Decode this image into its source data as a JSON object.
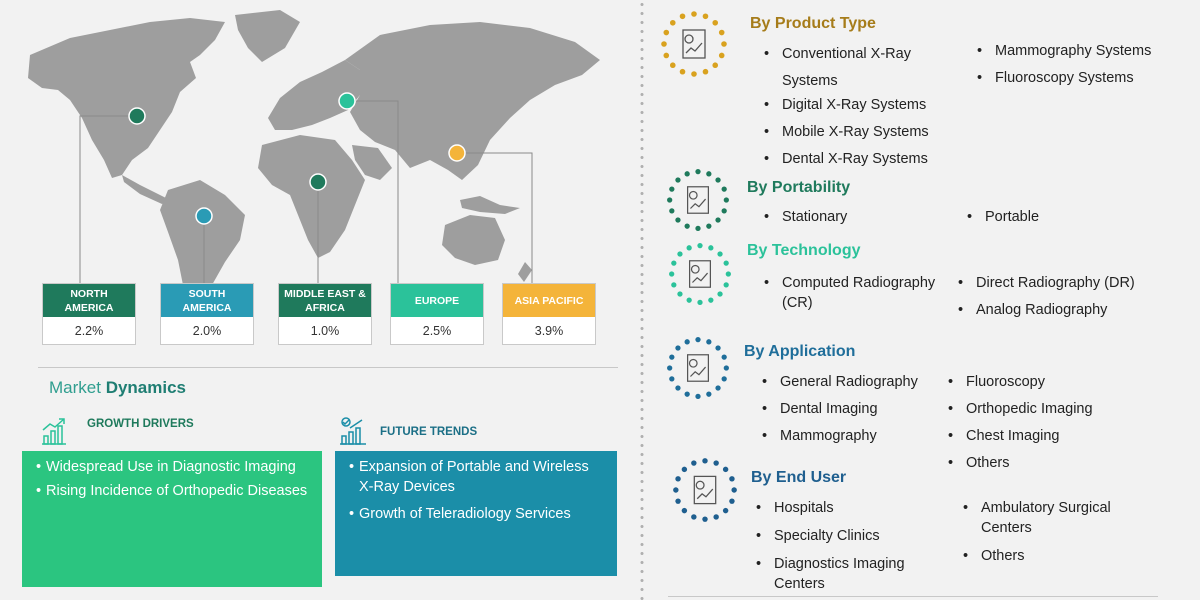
{
  "regions": [
    {
      "name": "NORTH AMERICA",
      "value": "2.2%",
      "color": "#1f7a5c"
    },
    {
      "name": "SOUTH AMERICA",
      "value": "2.0%",
      "color": "#2a9bb5"
    },
    {
      "name": "MIDDLE EAST & AFRICA",
      "value": "1.0%",
      "color": "#1f7a5c"
    },
    {
      "name": "EUROPE",
      "value": "2.5%",
      "color": "#2bc29a"
    },
    {
      "name": "ASIA PACIFIC",
      "value": "3.9%",
      "color": "#f4b43a"
    }
  ],
  "market_dynamics": {
    "title_light": "Market ",
    "title_bold": "Dynamics",
    "growth_drivers": {
      "title": "GROWTH DRIVERS",
      "items": [
        "Widespread Use in Diagnostic Imaging",
        "Rising Incidence of Orthopedic Diseases"
      ]
    },
    "future_trends": {
      "title": "FUTURE TRENDS",
      "items": [
        "Expansion of Portable and Wireless X-Ray Devices",
        "Growth of Teleradiology Services"
      ]
    }
  },
  "segments": {
    "product_type": {
      "title": "By Product Type",
      "items": [
        "Conventional X-Ray Systems",
        "Digital X-Ray Systems",
        "Mobile X-Ray Systems",
        "Dental X-Ray Systems",
        "Mammography Systems",
        "Fluoroscopy Systems"
      ]
    },
    "portability": {
      "title": "By Portability",
      "items": [
        "Stationary",
        "Portable"
      ]
    },
    "technology": {
      "title": "By Technology",
      "items": [
        "Computed Radiography (CR)",
        "Direct Radiography (DR)",
        "Analog Radiography"
      ]
    },
    "application": {
      "title": "By Application",
      "items": [
        "General Radiography",
        "Dental Imaging",
        "Mammography",
        "Fluoroscopy",
        "Orthopedic Imaging",
        "Chest Imaging",
        "Others"
      ]
    },
    "end_user": {
      "title": "By End User",
      "items": [
        "Hospitals",
        "Specialty Clinics",
        "Diagnostics Imaging Centers",
        "Ambulatory Surgical Centers",
        "Others"
      ]
    }
  },
  "colors": {
    "product_type": "#a67c1a",
    "portability": "#1f7a5c",
    "technology": "#2bc29a",
    "application": "#1f6e9a",
    "end_user": "#1f5f8f",
    "growth_card": "#2bc580",
    "trends_card": "#1b8ea8"
  }
}
